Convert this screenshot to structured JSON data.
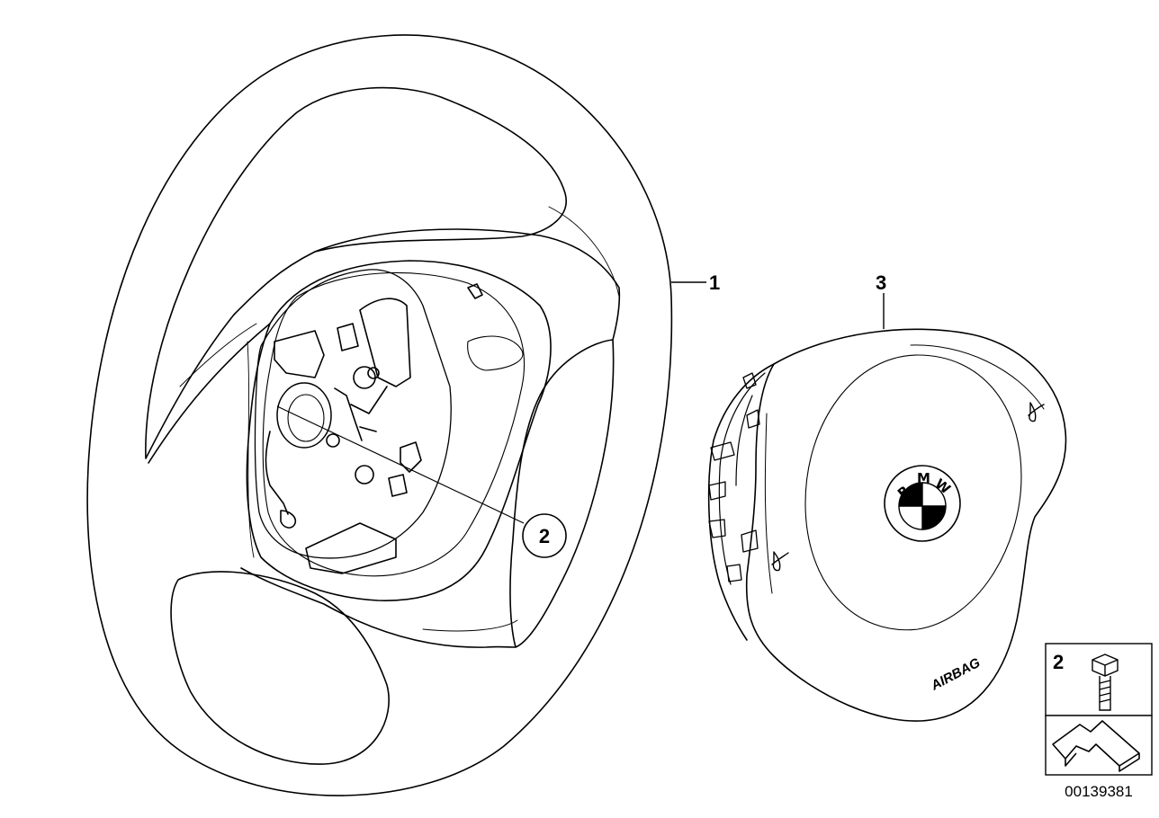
{
  "diagram": {
    "callouts": {
      "steering_wheel": "1",
      "bolt_circle": "2",
      "airbag_module": "3",
      "legend_bolt": "2"
    },
    "airbag_module": {
      "cover_text": "AIRBAG",
      "logo_letters": [
        "B",
        "M",
        "W"
      ]
    },
    "diagram_id": "00139381"
  },
  "colors": {
    "line": "#000000",
    "background": "#ffffff"
  }
}
